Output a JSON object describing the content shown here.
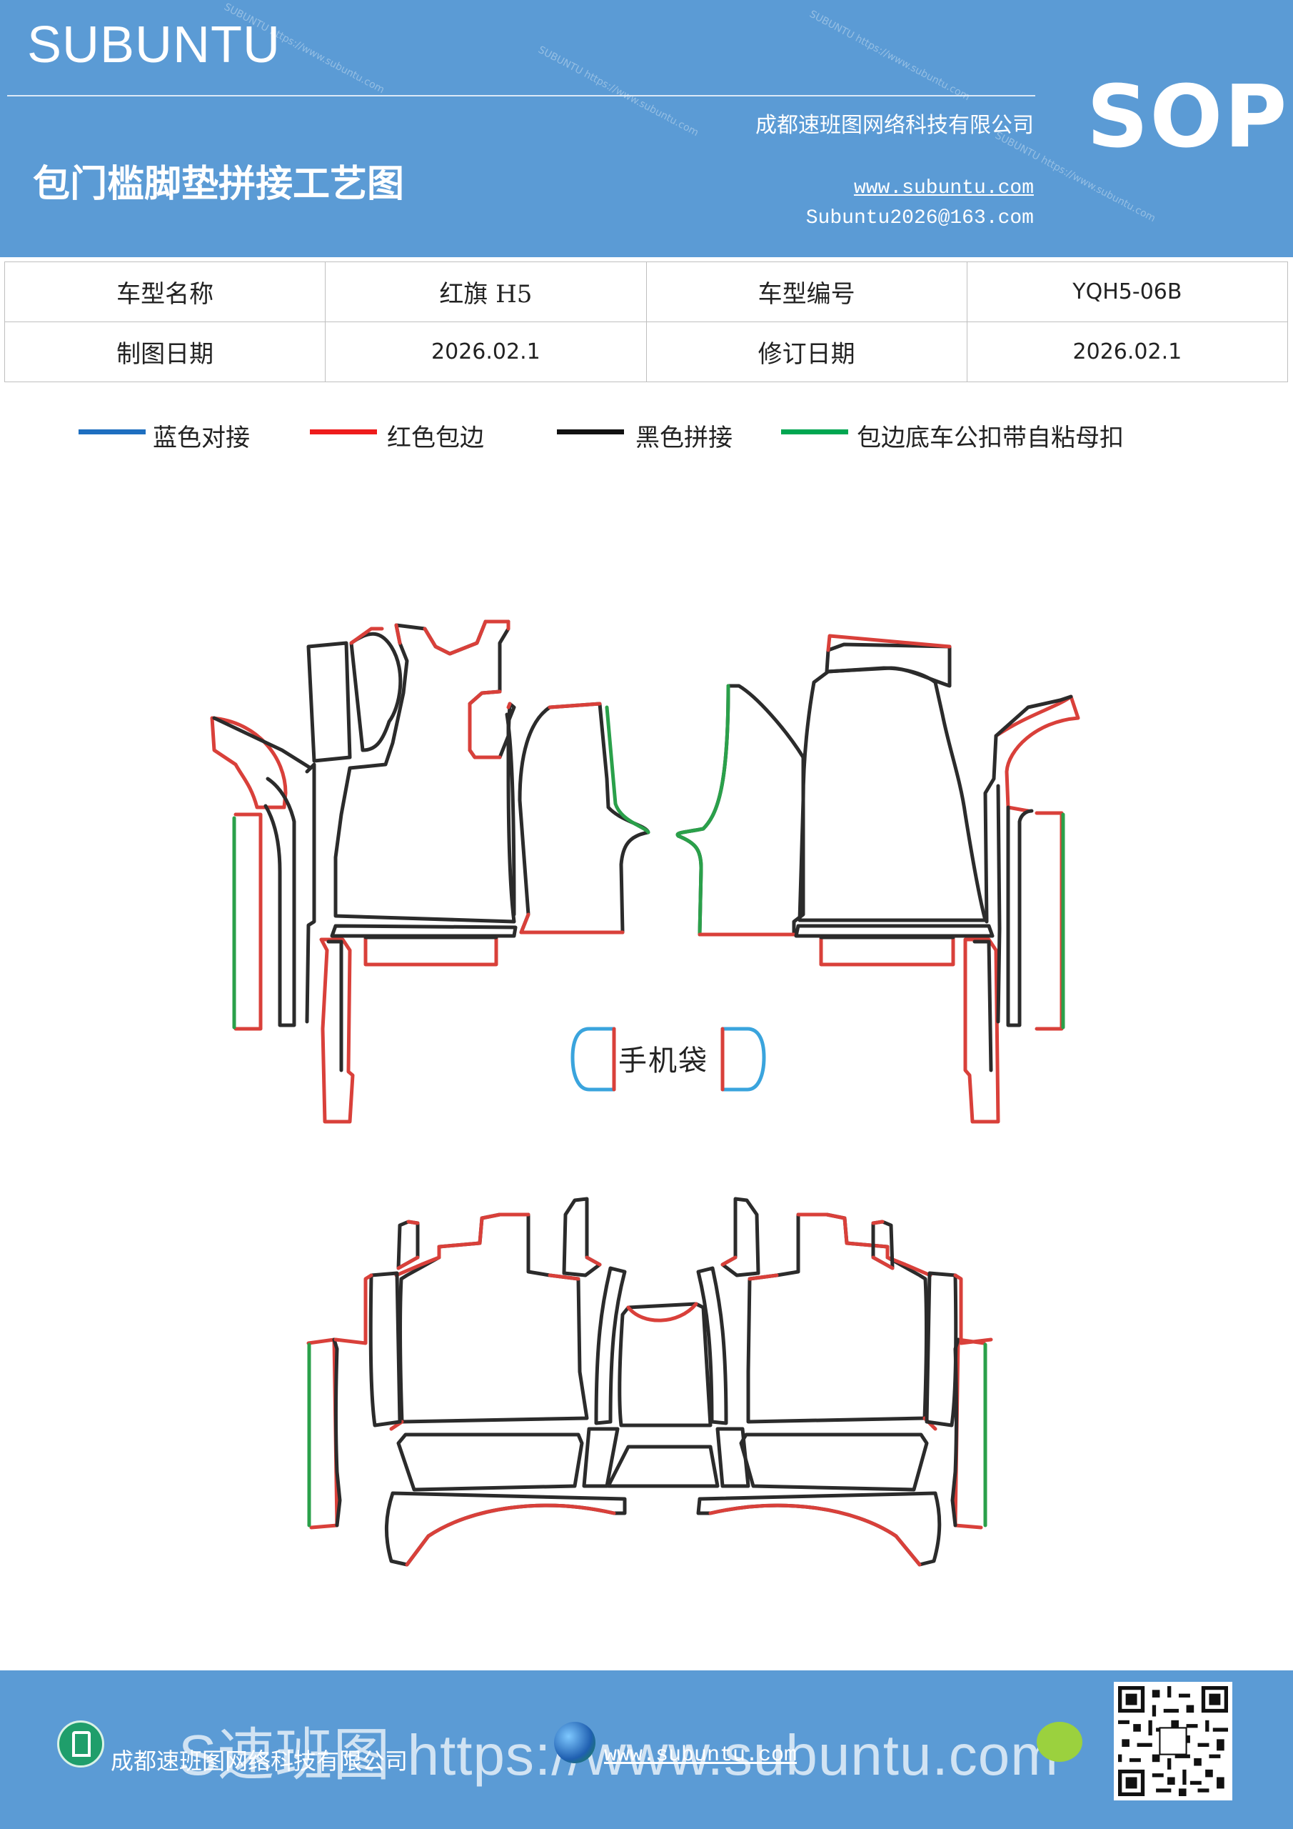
{
  "header": {
    "brand": "SUBUNTU",
    "title": "包门槛脚垫拼接工艺图",
    "company": "成都速班图网络科技有限公司",
    "website": "www.subuntu.com",
    "email": "Subuntu2026@163.com",
    "badge": "SOP"
  },
  "info_table": {
    "rows": [
      {
        "label1": "车型名称",
        "value1": "红旗 H5",
        "label2": "车型编号",
        "value2": "YQH5-06B"
      },
      {
        "label1": "制图日期",
        "value1": "2026.02.1",
        "label2": "修订日期",
        "value2": "2026.02.1"
      }
    ]
  },
  "legend": [
    {
      "label": "蓝色对接",
      "color": "#1e6fc0"
    },
    {
      "label": "红色包边",
      "color": "#ee1c1c"
    },
    {
      "label": "黑色拼接",
      "color": "#111111"
    },
    {
      "label": "包边底车公扣带自粘母扣",
      "color": "#00a651"
    }
  ],
  "diagram": {
    "phone_pocket_label": "手机袋",
    "colors": {
      "edge": "#d9403a",
      "seam": "#2b2b2b",
      "strap": "#2aa04a",
      "butt": "#3aa4dd"
    }
  },
  "footer": {
    "company": "成都速班图网络科技有限公司",
    "big_text": "S速班图 https://www.subuntu.com",
    "url": "www.subuntu.com"
  }
}
